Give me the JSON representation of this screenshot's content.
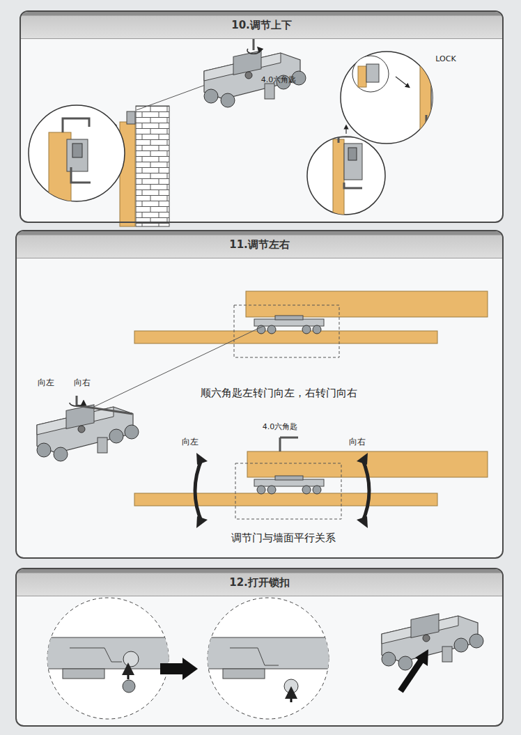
{
  "diagram": {
    "nodes": [
      {
        "text": [
          "10.调节上下"
        ]
      },
      {
        "text": [
          "11.调节左右"
        ]
      },
      {
        "text": [
          "12.打开锁扣"
        ]
      }
    ],
    "labels": [
      "4.0六角匙",
      "LOCK",
      "向左",
      "向右",
      "顺六角匙左转门向左，右转门向右",
      "4.0六角匙",
      "向左",
      "向右",
      "调节门与墙面平行关系"
    ]
  }
}
